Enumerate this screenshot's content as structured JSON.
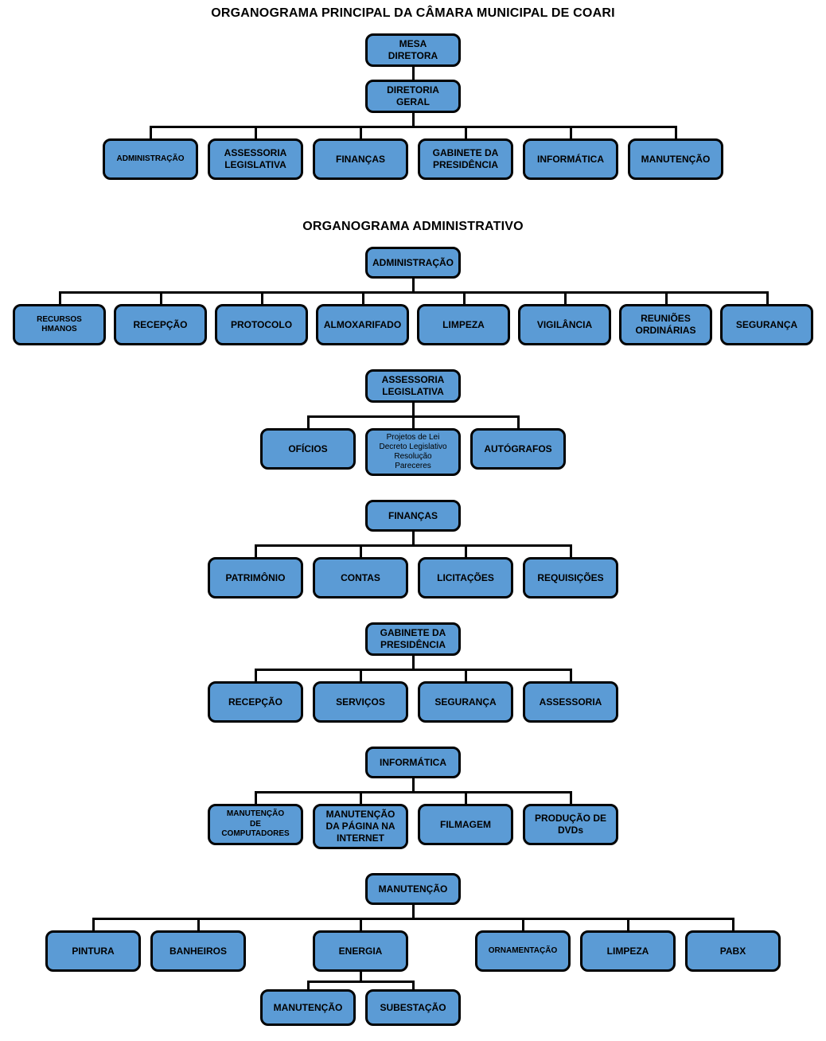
{
  "colors": {
    "box_fill": "#5b9bd5",
    "box_border": "#000000",
    "connector": "#000000",
    "text": "#000000"
  },
  "principal": {
    "title": "ORGANOGRAMA PRINCIPAL DA CÂMARA MUNICIPAL DE COARI",
    "mesa_diretora": "MESA\nDIRETORA",
    "diretoria_geral": "DIRETORIA\nGERAL",
    "children": [
      "ADMINISTRAÇÃO",
      "ASSESSORIA\nLEGISLATIVA",
      "FINANÇAS",
      "GABINETE DA\nPRESIDÊNCIA",
      "INFORMÁTICA",
      "MANUTENÇÃO"
    ]
  },
  "administrativo": {
    "title": "ORGANOGRAMA ADMINISTRATIVO",
    "administracao": {
      "root": "ADMINISTRAÇÃO",
      "children": [
        "RECURSOS\nHMANOS",
        "RECEPÇÃO",
        "PROTOCOLO",
        "ALMOXARIFADO",
        "LIMPEZA",
        "VIGILÂNCIA",
        "REUNIÕES\nORDINÁRIAS",
        "SEGURANÇA"
      ]
    },
    "assessoria_legislativa": {
      "root": "ASSESSORIA\nLEGISLATIVA",
      "children": [
        "OFÍCIOS",
        "Projetos de Lei\nDecreto Legislativo\nResolução\nPareceres",
        "AUTÓGRAFOS"
      ]
    },
    "financas": {
      "root": "FINANÇAS",
      "children": [
        "PATRIMÔNIO",
        "CONTAS",
        "LICITAÇÕES",
        "REQUISIÇÕES"
      ]
    },
    "gabinete_da_presidencia": {
      "root": "GABINETE DA\nPRESIDÊNCIA",
      "children": [
        "RECEPÇÃO",
        "SERVIÇOS",
        "SEGURANÇA",
        "ASSESSORIA"
      ]
    },
    "informatica": {
      "root": "INFORMÁTICA",
      "children": [
        "MANUTENÇÃO\nDE\nCOMPUTADORES",
        "MANUTENÇÃO\nDA PÁGINA NA\nINTERNET",
        "FILMAGEM",
        "PRODUÇÃO DE\nDVDs"
      ]
    },
    "manutencao": {
      "root": "MANUTENÇÃO",
      "children": [
        "PINTURA",
        "BANHEIROS",
        "ENERGIA",
        "ORNAMENTAÇÃO",
        "LIMPEZA",
        "PABX"
      ],
      "energia_children": [
        "MANUTENÇÃO",
        "SUBESTAÇÃO"
      ]
    }
  }
}
